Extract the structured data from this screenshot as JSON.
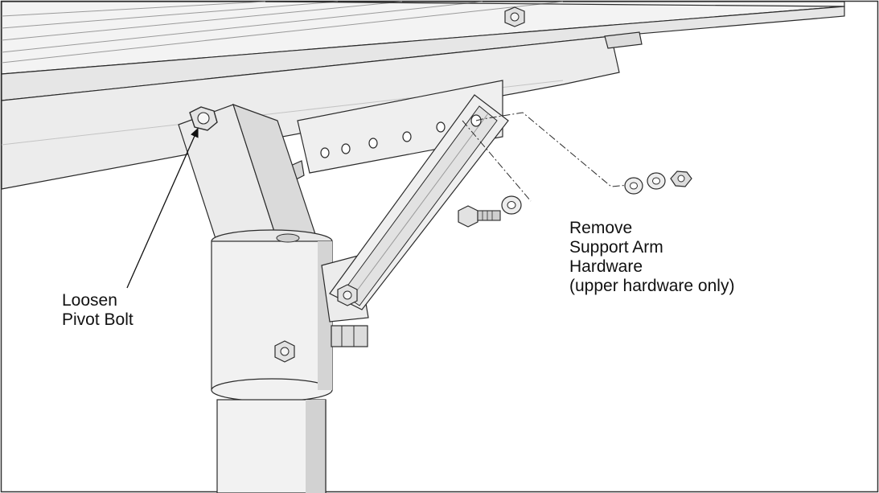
{
  "diagram": {
    "labels": {
      "loosen": [
        "Loosen",
        "Pivot Bolt"
      ],
      "remove": [
        "Remove",
        "Support Arm",
        "Hardware",
        "(upper hardware only)"
      ]
    },
    "colors": {
      "stroke": "#2b2b2b",
      "light": "#f2f2f2",
      "mid": "#e2e2e2",
      "shade": "#cfcfcf",
      "dark": "#b0b0b0",
      "frame": "#333333"
    }
  }
}
